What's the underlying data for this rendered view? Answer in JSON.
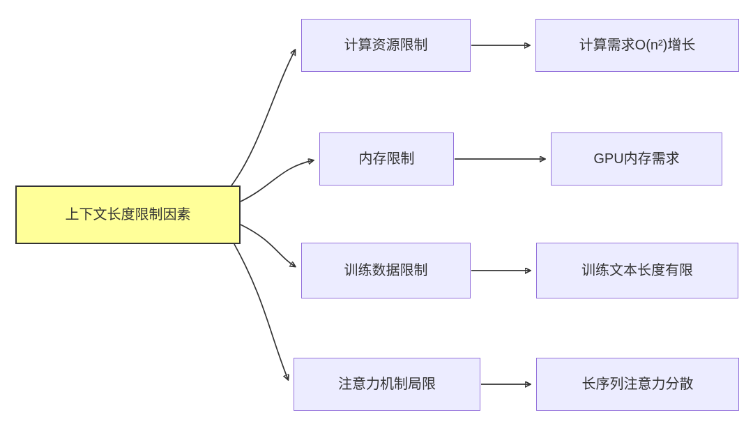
{
  "diagram": {
    "type": "flowchart-left-to-right",
    "root": {
      "label": "上下文长度限制因素"
    },
    "branches": [
      {
        "mid": "计算资源限制",
        "right": "计算需求O(n²)增长"
      },
      {
        "mid": "内存限制",
        "right": "GPU内存需求"
      },
      {
        "mid": "训练数据限制",
        "right": "训练文本长度有限"
      },
      {
        "mid": "注意力机制局限",
        "right": "长序列注意力分散"
      }
    ],
    "edges": [
      {
        "from": "上下文长度限制因素",
        "to": "计算资源限制"
      },
      {
        "from": "上下文长度限制因素",
        "to": "内存限制"
      },
      {
        "from": "上下文长度限制因素",
        "to": "训练数据限制"
      },
      {
        "from": "上下文长度限制因素",
        "to": "注意力机制局限"
      },
      {
        "from": "计算资源限制",
        "to": "计算需求O(n²)增长"
      },
      {
        "from": "内存限制",
        "to": "GPU内存需求"
      },
      {
        "from": "训练数据限制",
        "to": "训练文本长度有限"
      },
      {
        "from": "注意力机制局限",
        "to": "长序列注意力分散"
      }
    ],
    "colors": {
      "root_fill": "#FFFF99",
      "root_border": "#333333",
      "node_fill": "#ECECFF",
      "node_border": "#9370DB",
      "edge": "#333333",
      "text": "#333333",
      "background": "#FFFFFF"
    }
  }
}
